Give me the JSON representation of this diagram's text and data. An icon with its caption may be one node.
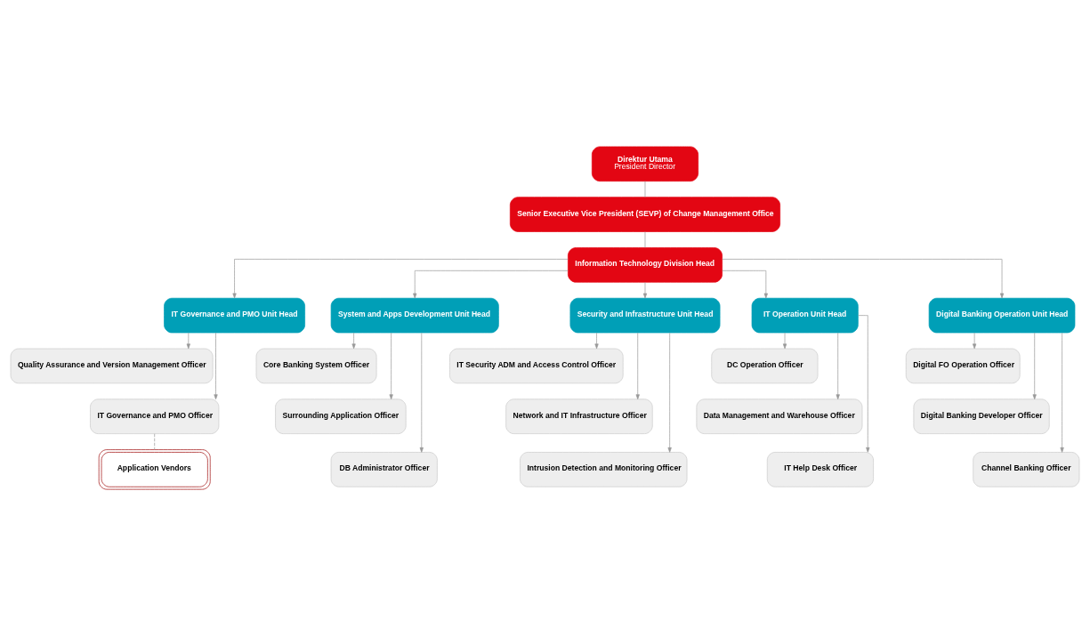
{
  "diagram": {
    "nodes": [
      {
        "text": [
          "Direktur Utama",
          "President Director"
        ]
      },
      {
        "text": [
          "Senior Executive Vice President (SEVP) of Change Management Office"
        ]
      },
      {
        "text": [
          "Information Technology Division Head"
        ]
      },
      {
        "text": [
          "IT Governance and PMO Unit Head"
        ]
      },
      {
        "text": [
          "System and Apps Development Unit Head"
        ]
      },
      {
        "text": [
          "Security and Infrastructure Unit Head"
        ]
      },
      {
        "text": [
          "IT Operation Unit Head"
        ]
      },
      {
        "text": [
          "Digital Banking Operation Unit Head"
        ]
      },
      {
        "text": [
          "Quality Assurance and Version Management Officer"
        ]
      },
      {
        "text": [
          "IT Governance and PMO Officer"
        ]
      },
      {
        "text": [
          "Application Vendors"
        ]
      },
      {
        "text": [
          "Core Banking System Officer"
        ]
      },
      {
        "text": [
          "Surrounding Application Officer"
        ]
      },
      {
        "text": [
          "DB Administrator Officer"
        ]
      },
      {
        "text": [
          "IT Security ADM and Access Control Officer"
        ]
      },
      {
        "text": [
          "Network and IT Infrastructure Officer"
        ]
      },
      {
        "text": [
          "Intrusion Detection and Monitoring Officer"
        ]
      },
      {
        "text": [
          "DC Operation Officer"
        ]
      },
      {
        "text": [
          "Data Management and Warehouse Officer"
        ]
      },
      {
        "text": [
          "IT Help Desk Officer"
        ]
      },
      {
        "text": [
          "Digital FO Operation Officer"
        ]
      },
      {
        "text": [
          "Digital Banking Developer Officer"
        ]
      },
      {
        "text": [
          "Channel Banking Officer"
        ]
      }
    ],
    "edges": [
      {
        "from": 0,
        "to": 1,
        "arrow": "none"
      },
      {
        "from": 1,
        "to": 2,
        "arrow": "none"
      },
      {
        "from": 2,
        "to": 3,
        "arrow": "to"
      },
      {
        "from": 2,
        "to": 4,
        "arrow": "to"
      },
      {
        "from": 2,
        "to": 5,
        "arrow": "to"
      },
      {
        "from": 2,
        "to": 6,
        "arrow": "to"
      },
      {
        "from": 2,
        "to": 7,
        "arrow": "to"
      },
      {
        "from": 3,
        "to": 8,
        "arrow": "to"
      },
      {
        "from": 3,
        "to": 9,
        "arrow": "to"
      },
      {
        "from": 9,
        "to": 10,
        "arrow": "none",
        "style": "dashed"
      },
      {
        "from": 4,
        "to": 11,
        "arrow": "to"
      },
      {
        "from": 4,
        "to": 12,
        "arrow": "to"
      },
      {
        "from": 4,
        "to": 13,
        "arrow": "to"
      },
      {
        "from": 5,
        "to": 14,
        "arrow": "to"
      },
      {
        "from": 5,
        "to": 15,
        "arrow": "to"
      },
      {
        "from": 5,
        "to": 16,
        "arrow": "to"
      },
      {
        "from": 6,
        "to": 17,
        "arrow": "to"
      },
      {
        "from": 6,
        "to": 18,
        "arrow": "to"
      },
      {
        "from": 6,
        "to": 19,
        "arrow": "to"
      },
      {
        "from": 7,
        "to": 20,
        "arrow": "to"
      },
      {
        "from": 7,
        "to": 21,
        "arrow": "to"
      },
      {
        "from": 7,
        "to": 22,
        "arrow": "to"
      }
    ]
  }
}
